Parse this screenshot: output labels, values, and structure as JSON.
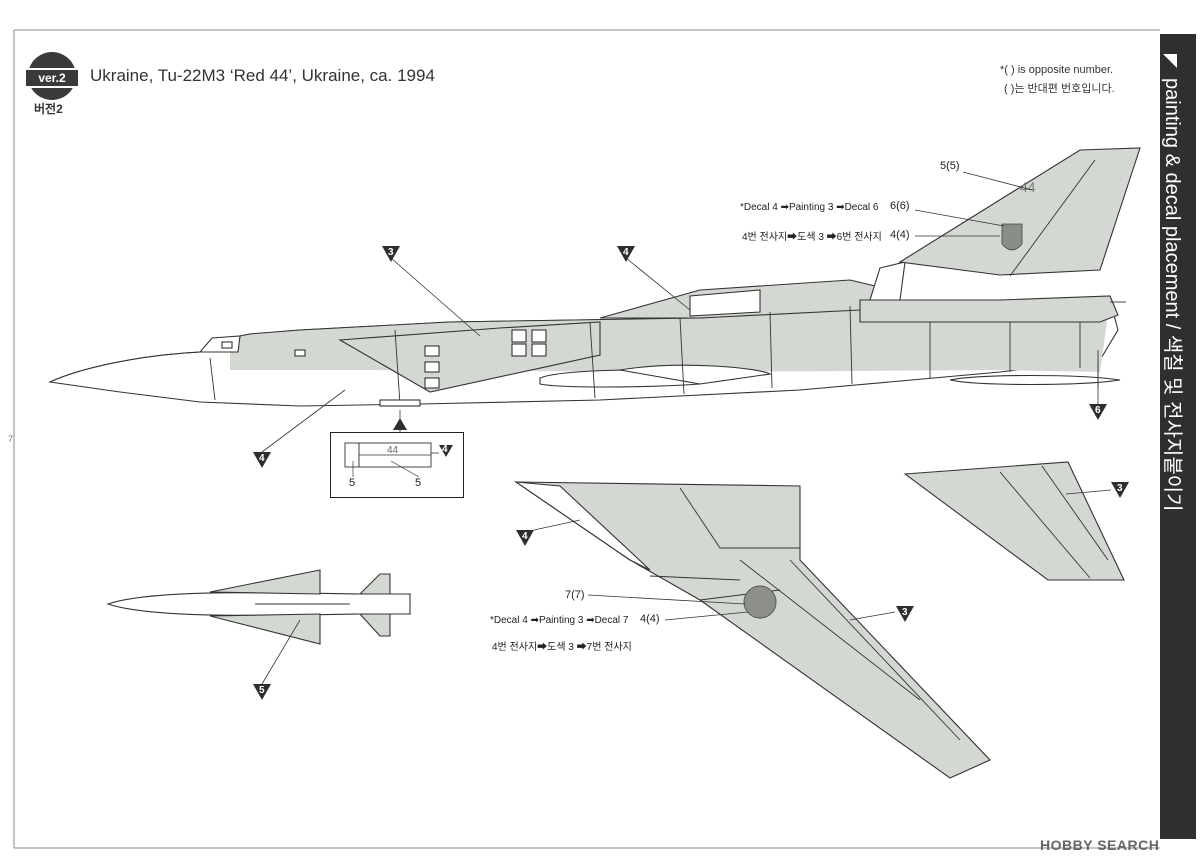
{
  "header": {
    "version_badge": "ver.2",
    "version_korean": "버전2",
    "title": "Ukraine, Tu-22M3 ‘Red 44’, Ukraine, ca. 1994",
    "note_en": "*(    ) is opposite number.",
    "note_ko": "(    )는 반대편 번호입니다."
  },
  "side_tab": {
    "text": "painting & decal placement / 색칠 및 전사지붙이기"
  },
  "callouts": {
    "fuselage_3": "3",
    "fuselage_4_top": "4",
    "fuselage_4_bottom": "4",
    "tail_6": "6",
    "wing_4": "4",
    "wing_3": "3",
    "stab_3": "3",
    "missile_5": "5",
    "inset_4": "4"
  },
  "decal_refs": {
    "tail_55": "5(5)",
    "tail_66": "6(6)",
    "tail_44": "4(4)",
    "wing_77": "7(7)",
    "wing_44": "4(4)",
    "inset_5a": "5",
    "inset_5b": "5",
    "tail_number": "44"
  },
  "sequences": {
    "tail_en": "*Decal 4 ➡Painting 3 ➡Decal 6",
    "tail_ko": "4번 전사지➡도색 3 ➡6번 전사지",
    "wing_en": "*Decal 4 ➡Painting 3 ➡Decal 7",
    "wing_ko": "4번 전사지➡도색 3 ➡7번 전사지"
  },
  "footer": {
    "watermark": "HOBBY SEARCH"
  },
  "colors": {
    "paint_gray": "#d4d8d2",
    "line": "#333333",
    "tab": "#2f2f2f"
  }
}
